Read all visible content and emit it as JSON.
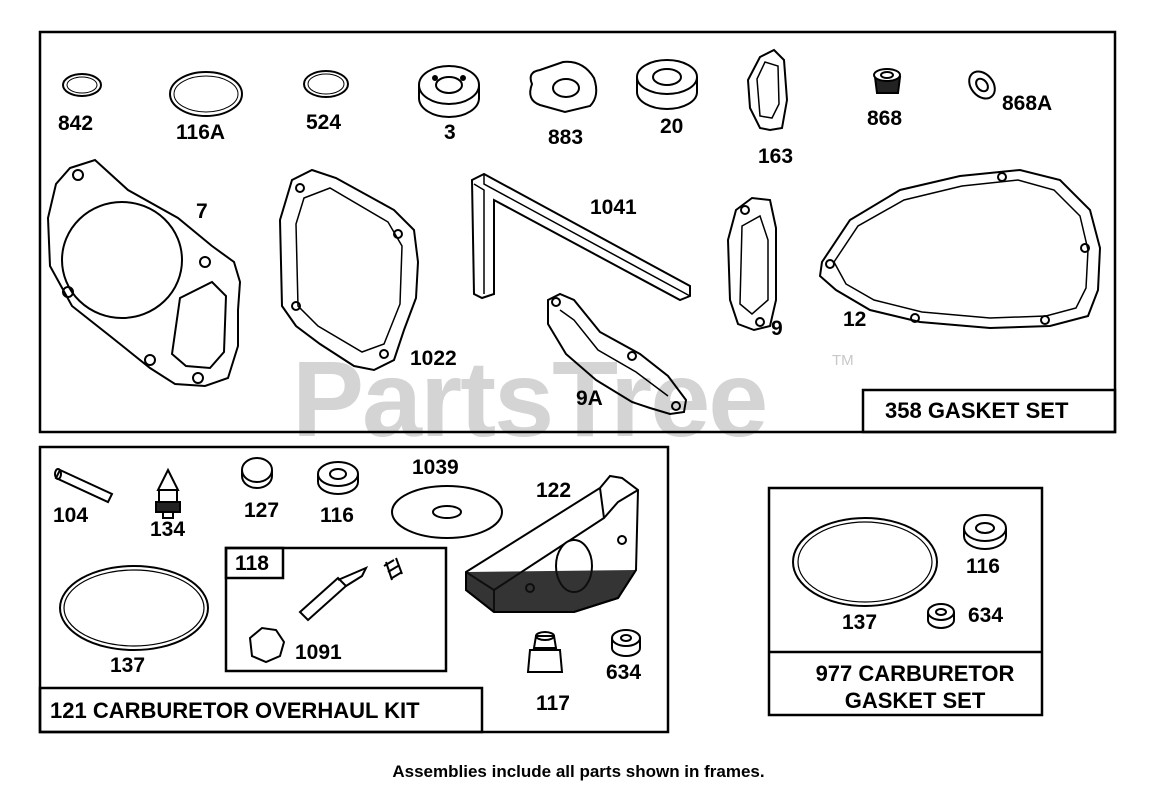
{
  "watermark": {
    "brand": "PartsTree",
    "tm": "TM"
  },
  "footer_note": "Assemblies include all parts shown in frames.",
  "kits": {
    "gasket_set": "358 GASKET SET",
    "carb_overhaul": "121 CARBURETOR OVERHAUL KIT",
    "carb_gasket_line1": "977 CARBURETOR",
    "carb_gasket_line2": "GASKET SET",
    "subkit": "118"
  },
  "parts": {
    "p842": "842",
    "p116A": "116A",
    "p524": "524",
    "p3": "3",
    "p883": "883",
    "p20": "20",
    "p163": "163",
    "p868": "868",
    "p868A": "868A",
    "p7": "7",
    "p1041": "1041",
    "p1022": "1022",
    "p9": "9",
    "p12": "12",
    "p9A": "9A",
    "p104": "104",
    "p134": "134",
    "p127": "127",
    "p116a": "116",
    "p1039": "1039",
    "p122": "122",
    "p137a": "137",
    "p1091": "1091",
    "p117": "117",
    "p634a": "634",
    "p137b": "137",
    "p116b": "116",
    "p634b": "634"
  }
}
